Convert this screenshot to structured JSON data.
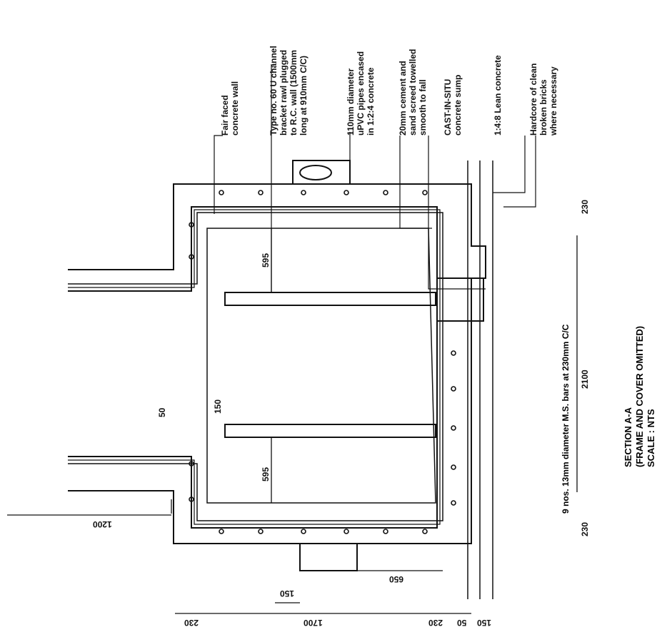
{
  "callouts": {
    "fair_faced": [
      "Fair faced",
      "concrete wall"
    ],
    "channel": [
      "Type no. 60 U channel",
      "bracket rawl plugged",
      "to R.C. wall (1500mm",
      "long at 910mm C/C)"
    ],
    "upvc": [
      "110mm diameter",
      "uPVC pipes encased",
      "in 1:2:4 concrete"
    ],
    "screed": [
      "20mm cement and",
      "sand screed towelled",
      "smooth to fall"
    ],
    "sump": [
      "CAST-IN-SITU",
      "concrete sump"
    ],
    "lean": [
      "1:4:8 Lean concrete"
    ],
    "hardcore": [
      "Hardcore of clean",
      "broken bricks",
      "where necessary"
    ]
  },
  "dimensions": {
    "d595_top": "595",
    "d595_bottom": "595",
    "d50": "50",
    "d150_top": "150",
    "d1200": "1200",
    "d2100": "2100",
    "d230_left": "230",
    "d230_right": "230",
    "d230_bottom_left": "230",
    "d1700": "1700",
    "d150_mid": "150",
    "d650": "650",
    "d230_mid": "230",
    "d50_low": "50",
    "d150_low": "150"
  },
  "bars_note": "9 nos. 13mm diameter M.S. bars at 230mm C/C",
  "title": {
    "line1": "SECTION A-A",
    "line2": "(FRAME AND COVER OMITTED)",
    "line3": "SCALE : NTS"
  }
}
